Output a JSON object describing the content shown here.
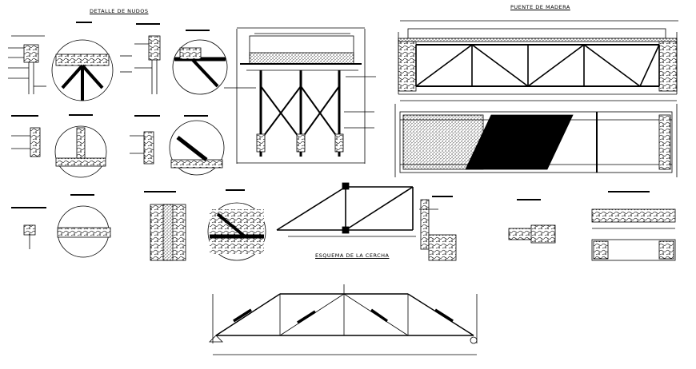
{
  "drawing": {
    "title_nodes": "DETALLE DE NUDOS",
    "title_bridge": "PUENTE DE MADERA",
    "title_truss": "ESQUEMA DE LA CERCHA",
    "ink_color": "#000000",
    "paper_color": "#ffffff"
  }
}
